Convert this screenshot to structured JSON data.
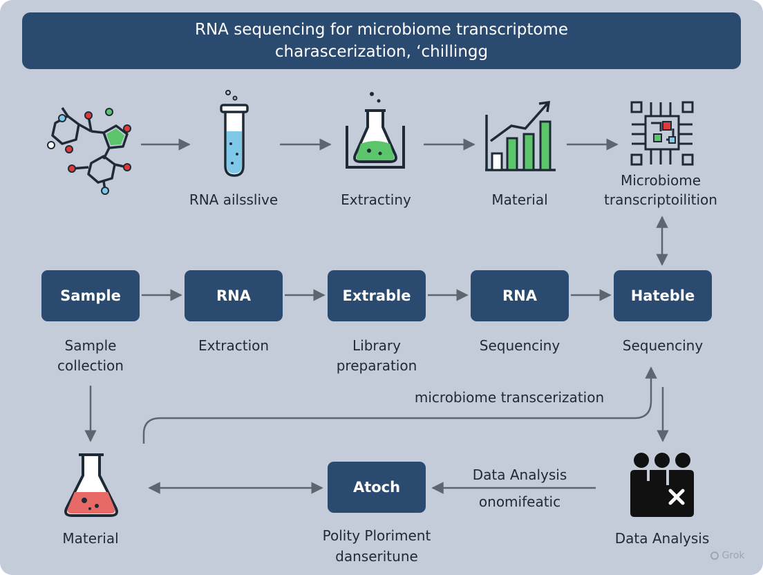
{
  "title": {
    "line1": "RNA sequencing for microbiome transcriptome",
    "line2": "charascerization, ‘chillingg"
  },
  "top_row": [
    {
      "icon": "molecule-icon",
      "label": ""
    },
    {
      "icon": "test-tube-icon",
      "label": "RNA ailsslive"
    },
    {
      "icon": "flask-icon",
      "label": "Extractiny"
    },
    {
      "icon": "bar-chart-icon",
      "label": "Material"
    },
    {
      "icon": "circuit-chip-icon",
      "label_lines": [
        "Microbiome",
        "transcriptoilition"
      ]
    }
  ],
  "middle_row": [
    {
      "box": "Sample",
      "caption_lines": [
        "Sample",
        "collection"
      ]
    },
    {
      "box": "RNA",
      "caption_lines": [
        "Extraction"
      ]
    },
    {
      "box": "Extrable",
      "caption_lines": [
        "Library",
        "preparation"
      ]
    },
    {
      "box": "RNA",
      "caption_lines": [
        "Sequenciny"
      ]
    },
    {
      "box": "Hateble",
      "caption_lines": [
        "Sequenciny"
      ]
    }
  ],
  "loop_label": "microbiome transcerization",
  "bottom_row": {
    "left": {
      "icon": "beaker-icon",
      "label": "Material"
    },
    "center": {
      "box": "Atoch",
      "caption_lines": [
        "Polity Ploriment",
        "danseritune"
      ]
    },
    "arrow_label_lines": [
      "Data Analysis",
      "onomifeatic"
    ],
    "right": {
      "icon": "data-analysis-icon",
      "label": "Data Analysis"
    }
  },
  "watermark": "Grok",
  "colors": {
    "background": "#c3ccd8",
    "box": "#2b4a70",
    "arrow": "#5c6670",
    "green": "#5cc46a",
    "red": "#e0393a",
    "blue": "#7fc8e8"
  }
}
